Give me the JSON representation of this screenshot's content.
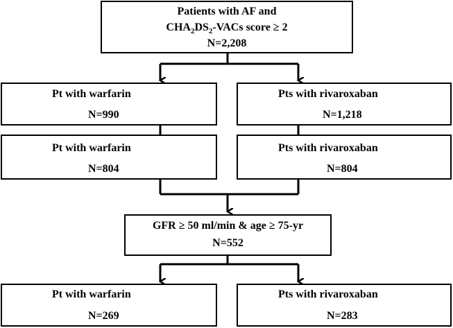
{
  "top": {
    "line1": "Patients with AF and",
    "line2_prefix": "CHA",
    "line2_sub1": "2",
    "line2_mid": "DS",
    "line2_sub2": "2",
    "line2_suffix": "-VACs score ≥ 2",
    "count": "N=2,208"
  },
  "row1": {
    "left": {
      "label": "Pt with warfarin",
      "count": "N=990"
    },
    "right": {
      "label": "Pts with rivaroxaban",
      "count": "N=1,218"
    }
  },
  "row2": {
    "left": {
      "label": "Pt with warfarin",
      "count": "N=804"
    },
    "right": {
      "label": "Pts with rivaroxaban",
      "count": "N=804"
    }
  },
  "middle": {
    "label": "GFR ≥ 50 ml/min & age ≥ 75-yr",
    "count": "N=552"
  },
  "row3": {
    "left": {
      "label": "Pt with warfarin",
      "count": "N=269"
    },
    "right": {
      "label": "Pts with rivaroxaban",
      "count": "N=283"
    }
  }
}
